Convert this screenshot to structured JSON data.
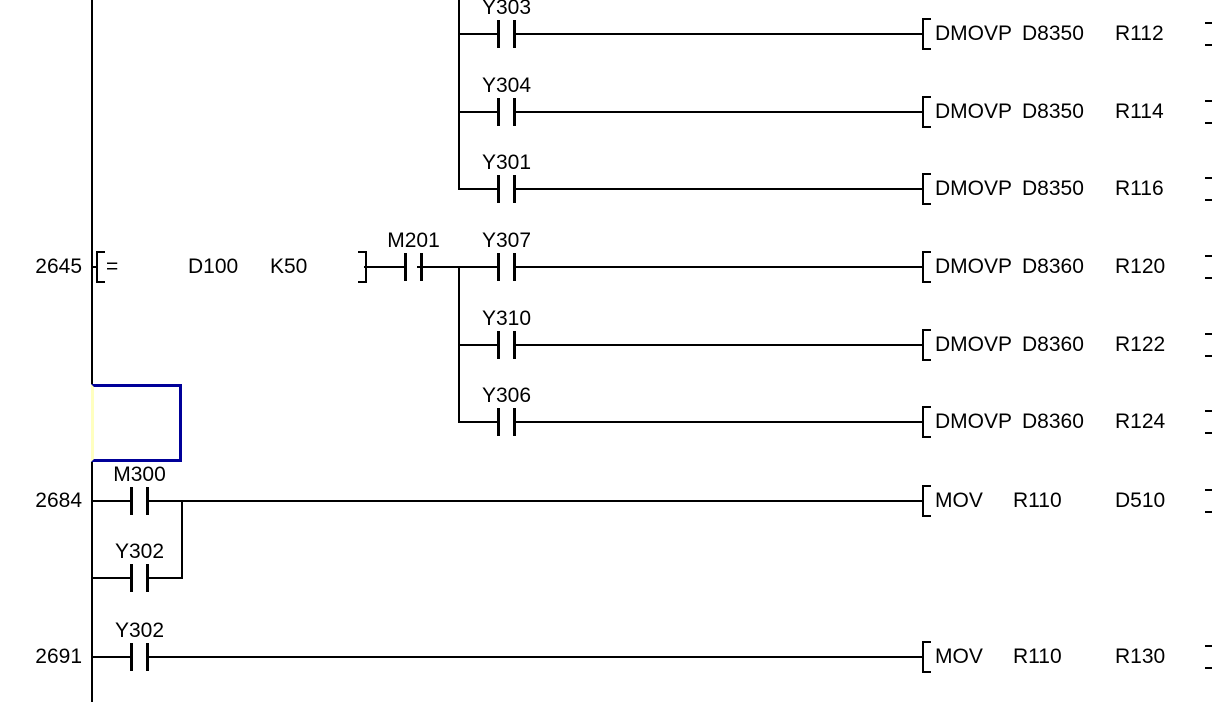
{
  "editor": {
    "type": "plc-ladder-diagram",
    "colors": {
      "wire": "#000000",
      "text": "#000000",
      "background": "#ffffff",
      "selection_border": "#000099",
      "selection_left_edge": "#ffffc0"
    }
  },
  "rows": [
    {
      "label": "Y303",
      "op": "DMOVP",
      "a1": "D8350",
      "a2": "R112"
    },
    {
      "label": "Y304",
      "op": "DMOVP",
      "a1": "D8350",
      "a2": "R114"
    },
    {
      "label": "Y301",
      "op": "DMOVP",
      "a1": "D8350",
      "a2": "R116"
    },
    {
      "step": "2645",
      "cmp_operator": "=",
      "cmp_operand1": "D100",
      "cmp_operand2": "K50",
      "label": "M201",
      "label2": "Y307",
      "op": "DMOVP",
      "a1": "D8360",
      "a2": "R120"
    },
    {
      "label": "Y310",
      "op": "DMOVP",
      "a1": "D8360",
      "a2": "R122"
    },
    {
      "label": "Y306",
      "op": "DMOVP",
      "a1": "D8360",
      "a2": "R124"
    },
    {
      "step": "2684",
      "label": "M300",
      "op": "MOV",
      "a1": "R110",
      "a2": "D510"
    },
    {
      "label": "Y302"
    },
    {
      "step": "2691",
      "label": "Y302",
      "op": "MOV",
      "a1": "R110",
      "a2": "R130"
    }
  ]
}
